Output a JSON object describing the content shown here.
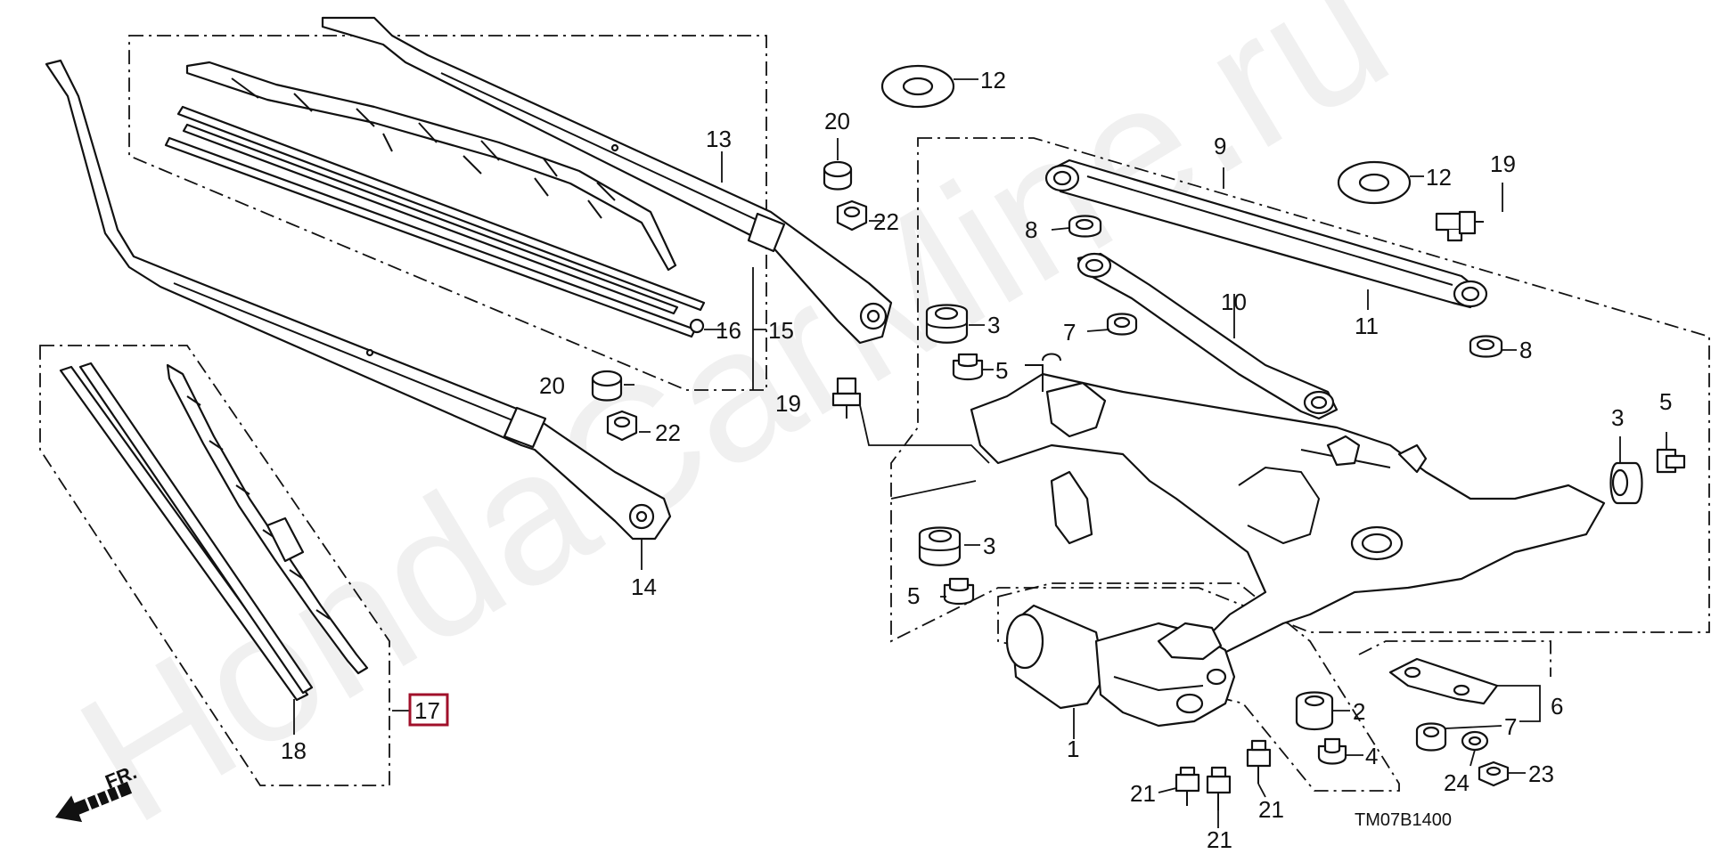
{
  "callouts": {
    "c1": "1",
    "c2": "2",
    "c3a": "3",
    "c3b": "3",
    "c3c": "3",
    "c4": "4",
    "c5a": "5",
    "c5b": "5",
    "c5c": "5",
    "c6": "6",
    "c7a": "7",
    "c7b": "7",
    "c8a": "8",
    "c8b": "8",
    "c9": "9",
    "c10": "10",
    "c11": "11",
    "c12a": "12",
    "c12b": "12",
    "c13": "13",
    "c14": "14",
    "c15": "15",
    "c16": "16",
    "c17": "17",
    "c18": "18",
    "c19a": "19",
    "c19b": "19",
    "c20a": "20",
    "c20b": "20",
    "c21a": "21",
    "c21b": "21",
    "c21c": "21",
    "c22a": "22",
    "c22b": "22",
    "c23": "23",
    "c24": "24"
  },
  "direction_label": "FR.",
  "diagram_code": "TM07B1400",
  "watermark": "HondaCarMine.ru",
  "highlight_color": "#a0102a"
}
